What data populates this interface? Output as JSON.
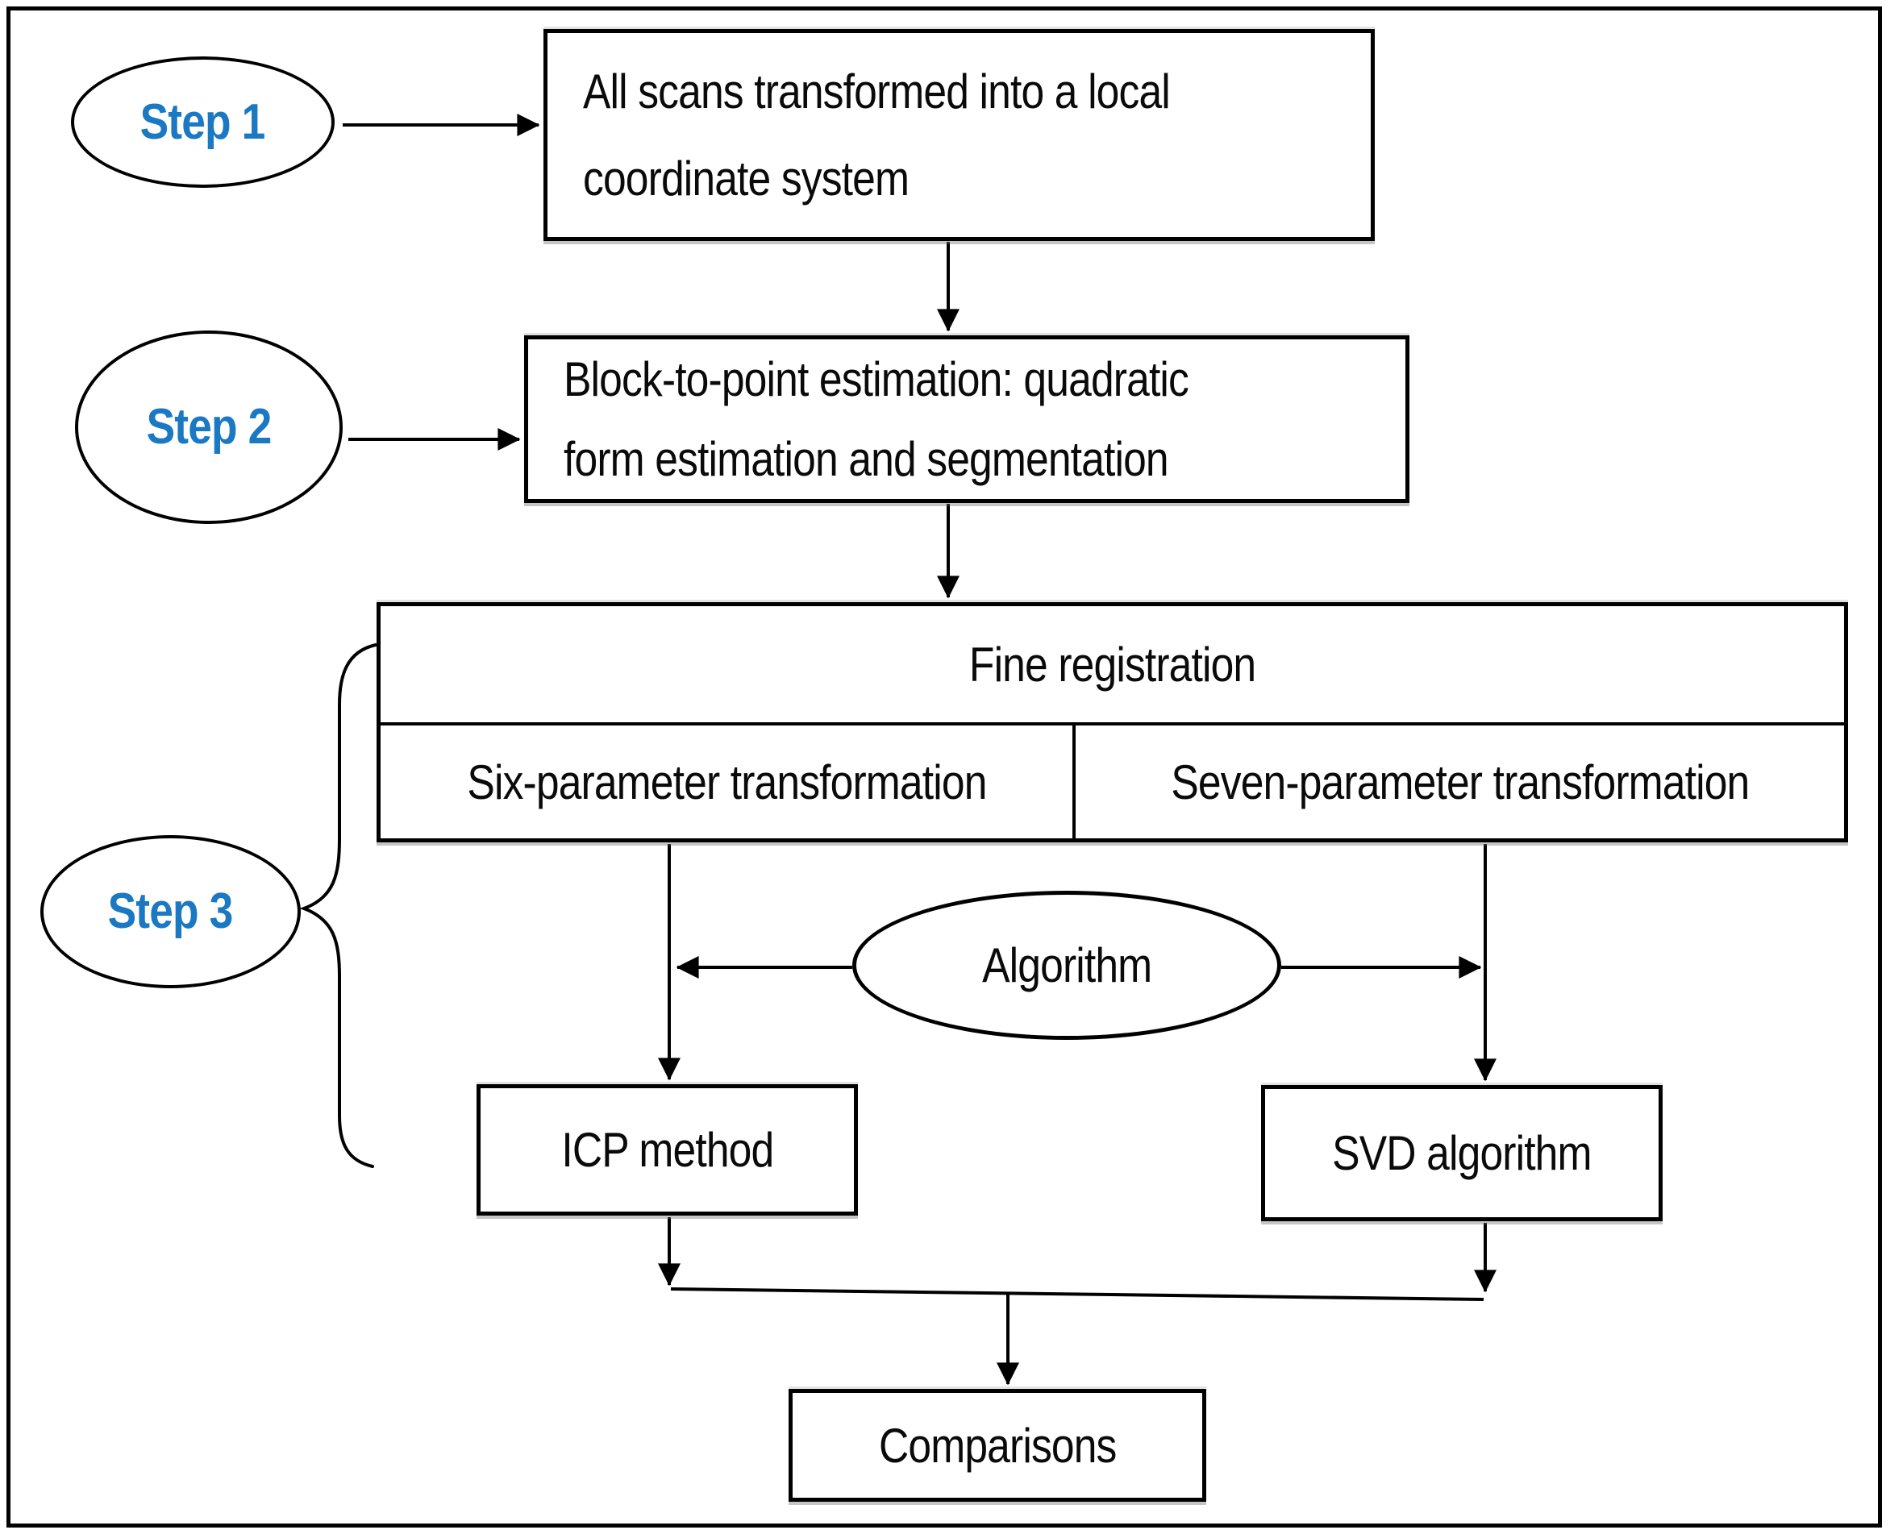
{
  "colors": {
    "step_label": "#1b78c2",
    "line": "#000000",
    "background": "#ffffff",
    "text": "#000000"
  },
  "steps": [
    {
      "label": "Step 1"
    },
    {
      "label": "Step 2"
    },
    {
      "label": "Step 3"
    }
  ],
  "nodes": {
    "scans": {
      "line1": "All scans transformed into a local",
      "line2": "coordinate system"
    },
    "block_to_point": {
      "line1": "Block-to-point estimation: quadratic",
      "line2": "form estimation and segmentation"
    },
    "fine_registration": {
      "header": "Fine registration",
      "left_cell": "Six-parameter transformation",
      "right_cell": "Seven-parameter transformation"
    },
    "algorithm": {
      "label": "Algorithm"
    },
    "icp": {
      "label": "ICP method"
    },
    "svd": {
      "label": "SVD algorithm"
    },
    "comparisons": {
      "label": "Comparisons"
    }
  }
}
